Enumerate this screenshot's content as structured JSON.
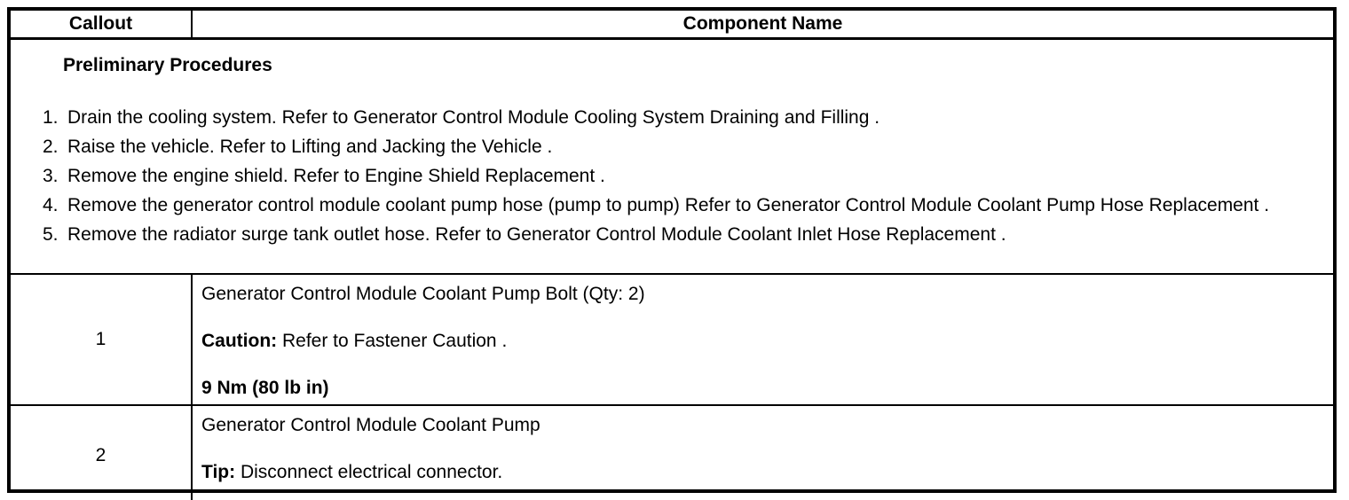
{
  "colors": {
    "background": "#ffffff",
    "border": "#000000",
    "text": "#000000"
  },
  "table": {
    "header": {
      "callout_label": "Callout",
      "component_label": "Component Name"
    },
    "preliminary": {
      "title": "Preliminary Procedures",
      "steps": [
        {
          "num": "1.",
          "text": "Drain the cooling system. Refer to Generator Control Module Cooling System Draining and Filling ."
        },
        {
          "num": "2.",
          "text": "Raise the vehicle. Refer to Lifting and Jacking the Vehicle ."
        },
        {
          "num": "3.",
          "text": "Remove the engine shield. Refer to Engine Shield Replacement ."
        },
        {
          "num": "4.",
          "text": "Remove the generator control module coolant pump hose (pump to pump) Refer to Generator Control Module Coolant Pump Hose Replacement ."
        },
        {
          "num": "5.",
          "text": "Remove the radiator surge tank outlet hose. Refer to Generator Control Module Coolant Inlet Hose Replacement ."
        }
      ]
    },
    "rows": [
      {
        "callout": "1",
        "paragraphs": [
          {
            "bold": "",
            "text": "Generator Control Module Coolant Pump Bolt (Qty: 2)"
          },
          {
            "bold": "Caution:",
            "text": " Refer to Fastener Caution ."
          },
          {
            "bold": "9 Nm (80 lb in)",
            "text": ""
          }
        ]
      },
      {
        "callout": "2",
        "paragraphs": [
          {
            "bold": "",
            "text": "Generator Control Module Coolant Pump"
          },
          {
            "bold": "Tip:",
            "text": " Disconnect electrical connector."
          }
        ]
      }
    ]
  }
}
